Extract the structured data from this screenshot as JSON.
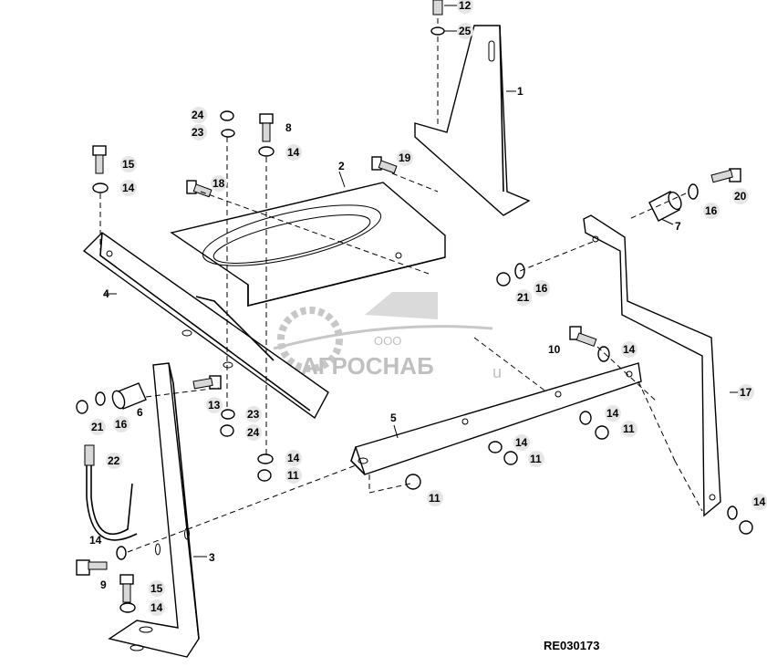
{
  "diagram": {
    "reference_code": "RE030173",
    "watermark_company": "ООО",
    "watermark_brand": "АГРОСНАБ",
    "watermark_suffix": "u"
  },
  "callouts": {
    "c1": "1",
    "c2": "2",
    "c3": "3",
    "c4": "4",
    "c5": "5",
    "c6": "6",
    "c7": "7",
    "c8": "8",
    "c9": "9",
    "c10": "10",
    "c11a": "11",
    "c11b": "11",
    "c11c": "11",
    "c11d": "11",
    "c12": "12",
    "c13": "13",
    "c14a": "14",
    "c14b": "14",
    "c14c": "14",
    "c14d": "14",
    "c14e": "14",
    "c14f": "14",
    "c14g": "14",
    "c14h": "14",
    "c14i": "14",
    "c15a": "15",
    "c15b": "15",
    "c16a": "16",
    "c16b": "16",
    "c16c": "16",
    "c17": "17",
    "c18": "18",
    "c19": "19",
    "c20": "20",
    "c21a": "21",
    "c21b": "21",
    "c22": "22",
    "c23a": "23",
    "c23b": "23",
    "c24a": "24",
    "c24b": "24",
    "c25": "25"
  }
}
